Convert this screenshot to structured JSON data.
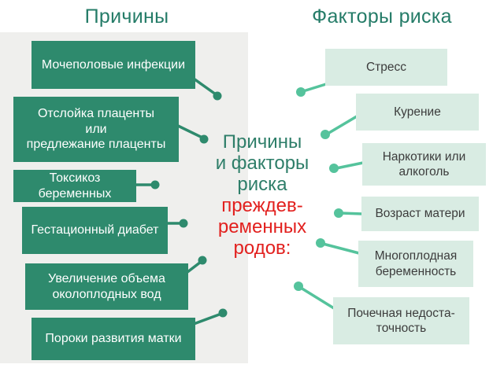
{
  "headers": {
    "left": "Причины",
    "right": "Факторы риска"
  },
  "center_title": {
    "teal": "Причины\nи факторы\nриска",
    "red": "преждев-\nременных\nродов:"
  },
  "causes": {
    "items": [
      {
        "label": "Мочеполовые инфекции"
      },
      {
        "label": "Отслойка плаценты\nили\nпредлежание плаценты"
      },
      {
        "label": "Токсикоз\nбеременных"
      },
      {
        "label": "Гестационный диабет"
      },
      {
        "label": "Увеличение объема\nоколоплодных вод"
      },
      {
        "label": "Пороки развития матки"
      }
    ]
  },
  "risk_factors": {
    "items": [
      {
        "label": "Стресс"
      },
      {
        "label": "Курение"
      },
      {
        "label": "Наркотики или\nалкоголь"
      },
      {
        "label": "Возраст матери"
      },
      {
        "label": "Многоплодная\nбеременность"
      },
      {
        "label": "Почечная недоста-\nточность"
      }
    ]
  },
  "colors": {
    "cause_box": "#2e8a6d",
    "cause_connector": "#2e8a6d",
    "risk_box": "#d9ece3",
    "risk_connector": "#55c39c",
    "header_text": "#257c68",
    "center_teal_text": "#2e7e69",
    "center_red_text": "#e2201e",
    "left_panel": "#efefed"
  }
}
